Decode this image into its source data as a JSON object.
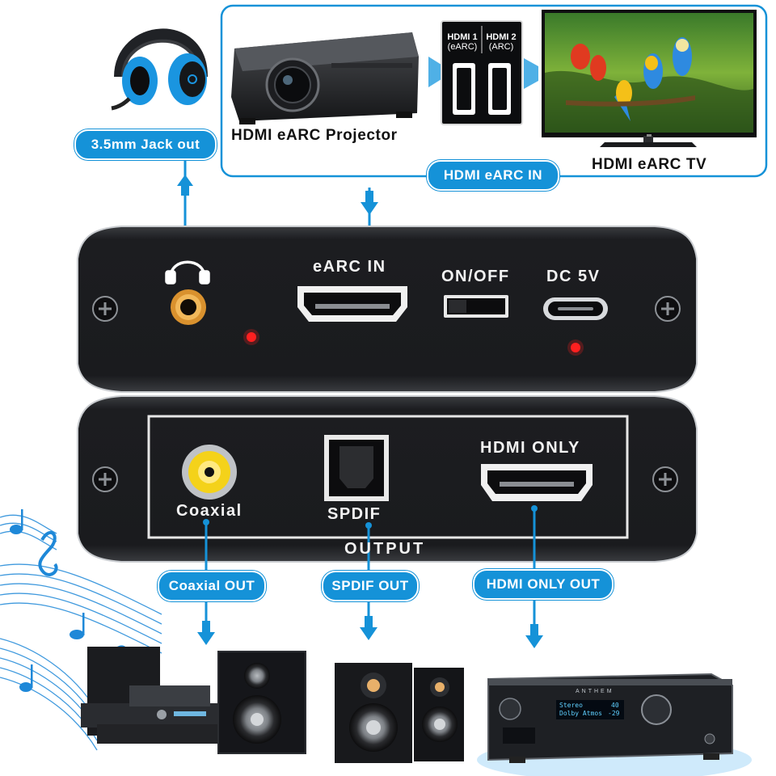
{
  "colors": {
    "accent": "#1592d8",
    "device_body": "#1e1f22",
    "led": "#ff2020",
    "jack_gold": "#e0a040",
    "coax_yellow": "#f4d21a"
  },
  "top": {
    "jack_out_label": "3.5mm Jack out",
    "projector_caption": "HDMI eARC Projector",
    "tv_caption": "HDMI eARC TV",
    "earc_in_pill": "HDMI eARC IN",
    "hdmi_card": {
      "port1_title": "HDMI 1",
      "port1_sub": "(eARC)",
      "port2_title": "HDMI 2",
      "port2_sub": "(ARC)"
    }
  },
  "front_panel": {
    "earc_in_label": "eARC IN",
    "switch_label": "ON/OFF",
    "power_label": "DC 5V"
  },
  "rear_panel": {
    "coaxial_label": "Coaxial",
    "spdif_label": "SPDIF",
    "hdmi_only_label": "HDMI ONLY",
    "output_label": "OUTPUT"
  },
  "bottom": {
    "coaxial_out_pill": "Coaxial OUT",
    "spdif_out_pill": "SPDIF OUT",
    "hdmi_only_out_pill": "HDMI ONLY OUT",
    "receiver_display_line1": "Stereo",
    "receiver_display_line1_right": "40",
    "receiver_display_line2": "Dolby Atmos",
    "receiver_display_line2_right": "-29",
    "receiver_brand": "ANTHEM"
  },
  "icons": [
    "headphones-icon",
    "music-notes-icon",
    "screw-icon",
    "arrow-down-icon",
    "arrow-up-icon"
  ]
}
